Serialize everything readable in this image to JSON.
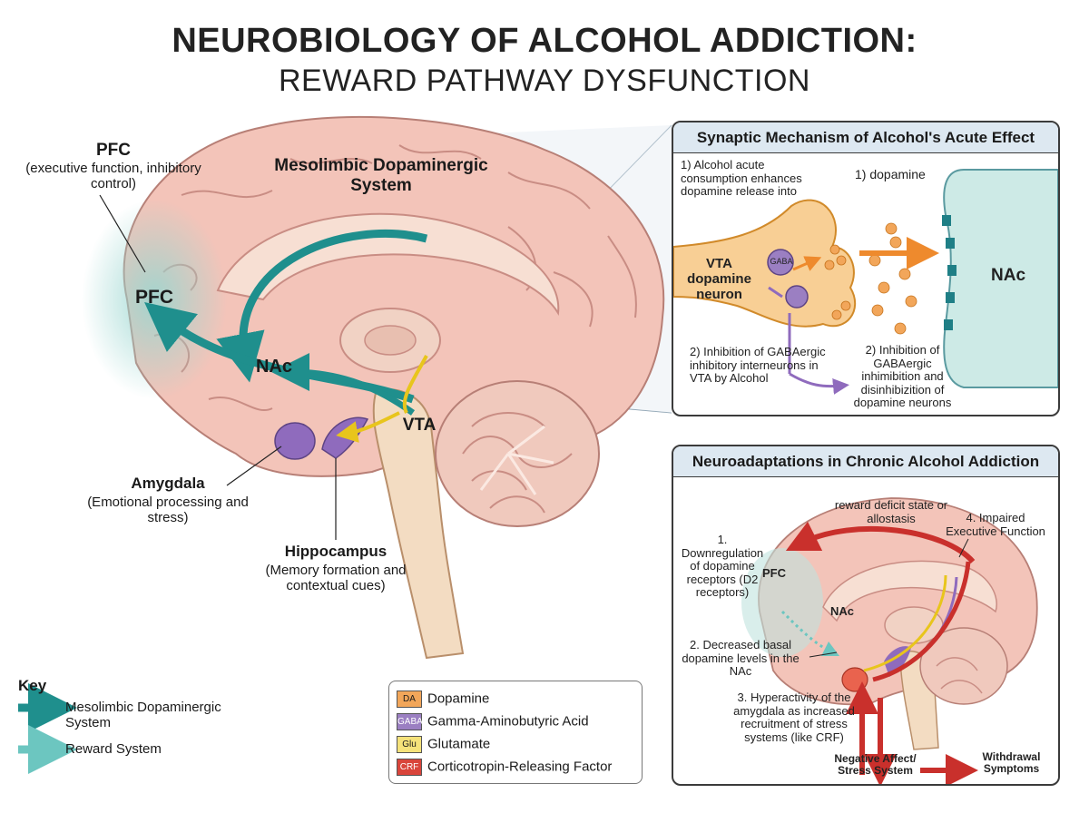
{
  "title": {
    "line1": "NEUROBIOLOGY OF ALCOHOL ADDICTION:",
    "line2": "REWARD PATHWAY DYSFUNCTION"
  },
  "brain": {
    "pfc_title": "PFC",
    "pfc_desc": "(executive function, inhibitory control)",
    "pfc_label": "PFC",
    "mesolimbic_label": "Mesolimbic Dopaminergic System",
    "nac_label": "NAc",
    "vta_label": "VTA",
    "amygdala_title": "Amygdala",
    "amygdala_desc": "(Emotional processing and stress)",
    "hippocampus_title": "Hippocampus",
    "hippocampus_desc": "(Memory formation and contextual cues)"
  },
  "key": {
    "title": "Key",
    "items": [
      "Mesolimbic Dopaminergic System",
      "Reward System"
    ]
  },
  "legend": {
    "items": [
      {
        "abbr": "DA",
        "label": "Dopamine",
        "color": "#f2a65a"
      },
      {
        "abbr": "GABA",
        "label": "Gamma-Aminobutyric Acid",
        "color": "#9b7fc2"
      },
      {
        "abbr": "Glu",
        "label": "Glutamate",
        "color": "#f5e27a"
      },
      {
        "abbr": "CRF",
        "label": "Corticotropin-Releasing Factor",
        "color": "#d9453b"
      }
    ]
  },
  "synaptic": {
    "heading": "Synaptic Mechanism of Alcohol's Acute Effect",
    "step1": "1) Alcohol acute consumption enhances dopamine release into",
    "dopamine_label": "1) dopamine",
    "gaba_label": "GABA",
    "vta_neuron": "VTA dopamine neuron",
    "nac": "NAc",
    "step2a": "2) Inhibition of GABAergic inhibitory interneurons in VTA by Alcohol",
    "step2b": "2) Inhibition of GABAergic inhimibition and disinhibizition of dopamine neurons"
  },
  "chronic": {
    "heading": "Neuroadaptations in Chronic Alcohol Addiction",
    "reward_deficit": "reward deficit state or allostasis",
    "impaired": "4. Impaired Executive Function",
    "downreg": "1. Downregulation of dopamine receptors (D2 receptors)",
    "pfc": "PFC",
    "nac": "NAc",
    "decreased": "2. Decreased basal dopamine levels in the NAc",
    "hyper": "3. Hyperactivity of the amygdala as increased recruitment of stress systems (like CRF)",
    "negative": "Negative Affect/ Stress System",
    "withdrawal": "Withdrawal Symptoms"
  },
  "colors": {
    "teal": "#1f8f8d",
    "light_teal": "#6cc6c0",
    "brain_pink": "#f3c4b9",
    "red_arrow": "#c9302c",
    "orange": "#ee8a2d",
    "purple": "#8f6bbd"
  }
}
